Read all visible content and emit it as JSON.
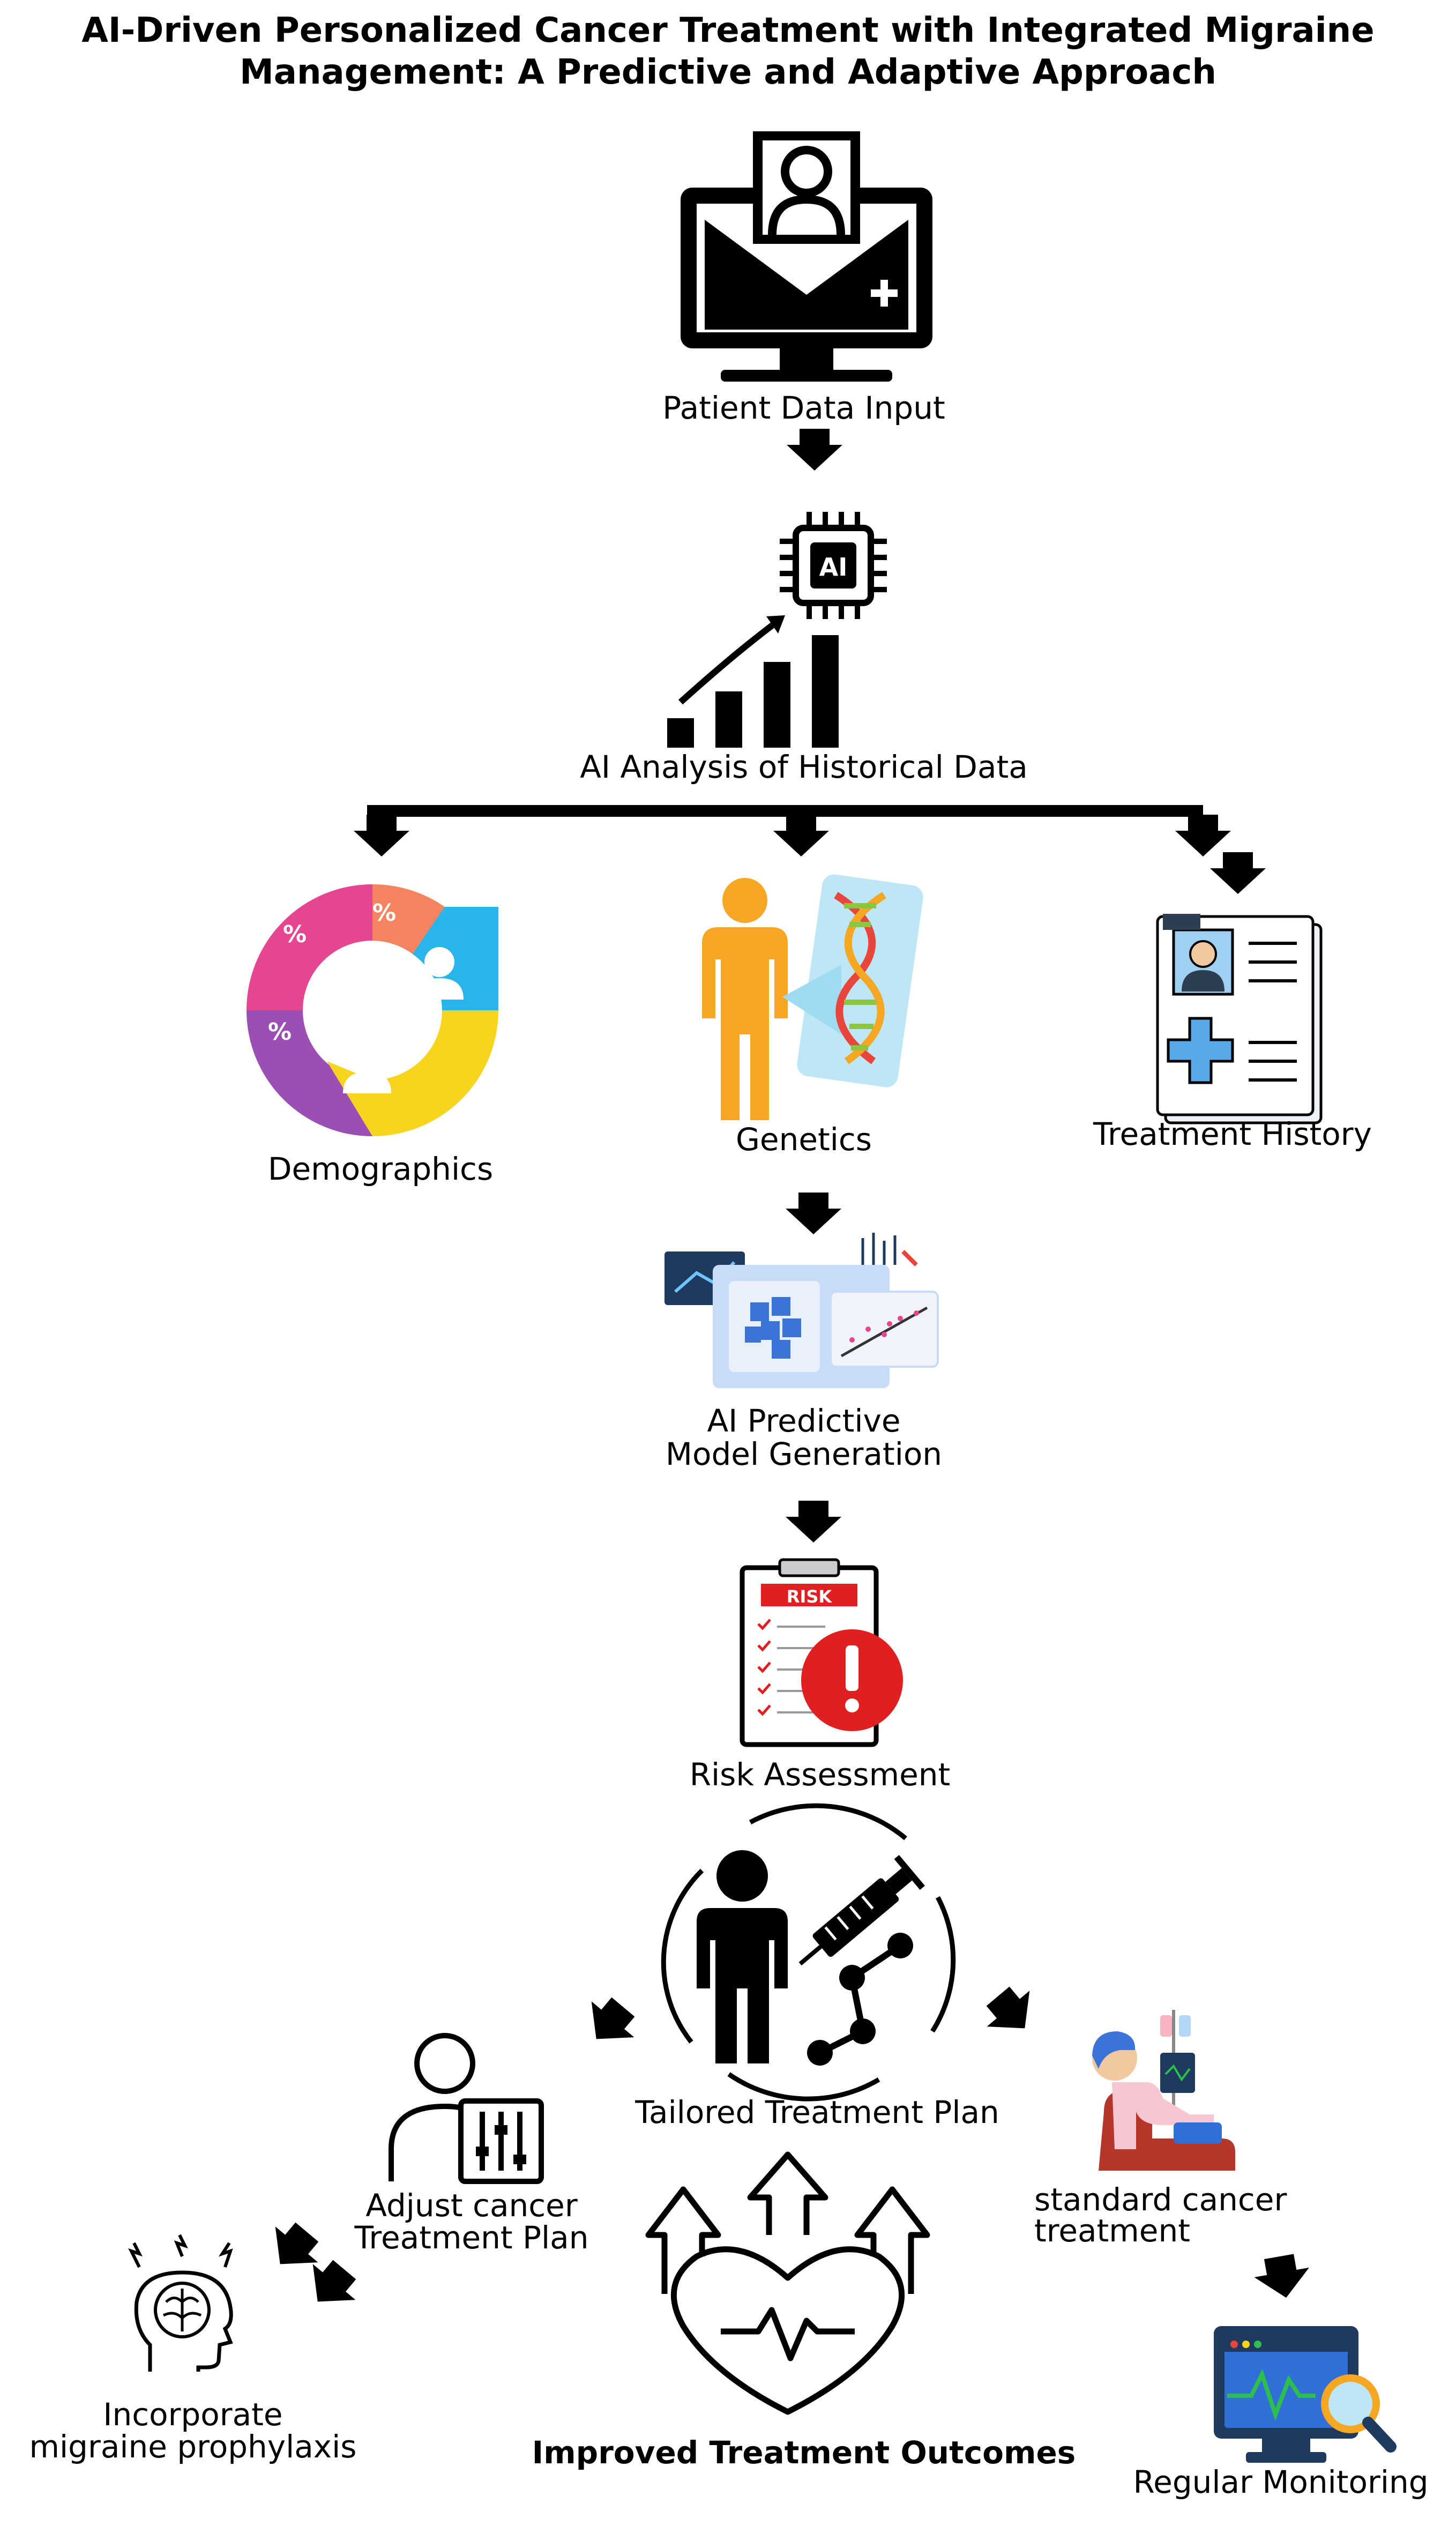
{
  "title": {
    "line1": "AI-Driven Personalized Cancer Treatment with Integrated Migraine",
    "line2": "Management: A Predictive and Adaptive Approach"
  },
  "nodes": {
    "patient_data_input": "Patient Data Input",
    "ai_analysis": "AI Analysis of Historical Data",
    "demographics": "Demographics",
    "genetics": "Genetics",
    "treatment_history": "Treatment History",
    "predictive_model_line1": "AI Predictive",
    "predictive_model_line2": "Model Generation",
    "risk_assessment": "Risk Assessment",
    "tailored_treatment_plan": "Tailored Treatment Plan",
    "adjust_plan_line1": "Adjust cancer",
    "adjust_plan_line2": "Treatment Plan",
    "standard_treatment_line1": "standard cancer",
    "standard_treatment_line2": "treatment",
    "migraine_line1": "Incorporate",
    "migraine_line2": "migraine prophylaxis",
    "improved_outcomes": "Improved Treatment Outcomes",
    "regular_monitoring": "Regular Monitoring"
  },
  "icon_text": {
    "ai_chip": "AI",
    "risk_tag": "RISK",
    "percent": "%"
  },
  "icons": [
    "computer-patient-icon",
    "ai-chip-icon",
    "growth-chart-icon",
    "donut-chart-icon",
    "human-dna-icon",
    "patient-record-icon",
    "predictive-model-screen-icon",
    "risk-clipboard-icon",
    "patient-injection-icon",
    "user-settings-icon",
    "chemotherapy-patient-icon",
    "brain-headache-icon",
    "heart-arrows-icon",
    "monitor-search-icon"
  ],
  "colors": {
    "donut_pink": "#e6458f",
    "donut_orange": "#f4845f",
    "donut_blue": "#27b5ea",
    "donut_yellow": "#f7d51e",
    "donut_purple": "#9b4fb5",
    "genetics_orange": "#f5a623",
    "dna_red": "#e8453c",
    "dna_green": "#8cc63f",
    "risk_red": "#e02020",
    "record_blue": "#5aa8e6",
    "monitor_blue": "#2f6fd6",
    "monitor_green": "#2dbf4e"
  }
}
